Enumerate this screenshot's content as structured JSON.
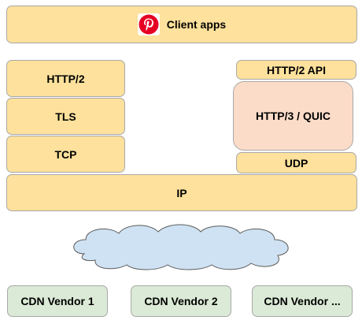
{
  "top": {
    "label": "Client apps"
  },
  "left_stack": {
    "http2": "HTTP/2",
    "tls": "TLS",
    "tcp": "TCP"
  },
  "right_stack": {
    "http2_api": "HTTP/2 API",
    "http3_quic": "HTTP/3 / QUIC",
    "udp": "UDP"
  },
  "network": {
    "ip": "IP"
  },
  "vendors": [
    {
      "label": "CDN Vendor 1"
    },
    {
      "label": "CDN Vendor 2"
    },
    {
      "label": "CDN Vendor ..."
    }
  ],
  "icons": {
    "logo": "pinterest-logo-icon",
    "cloud": "cloud-icon"
  },
  "colors": {
    "layer_fill": "#fde19c",
    "quic_fill": "#fbdcc8",
    "vendor_fill": "#dbead6",
    "cloud_fill": "#cfe2f3",
    "logo_red": "#e60023",
    "border": "#a8a8a8"
  }
}
